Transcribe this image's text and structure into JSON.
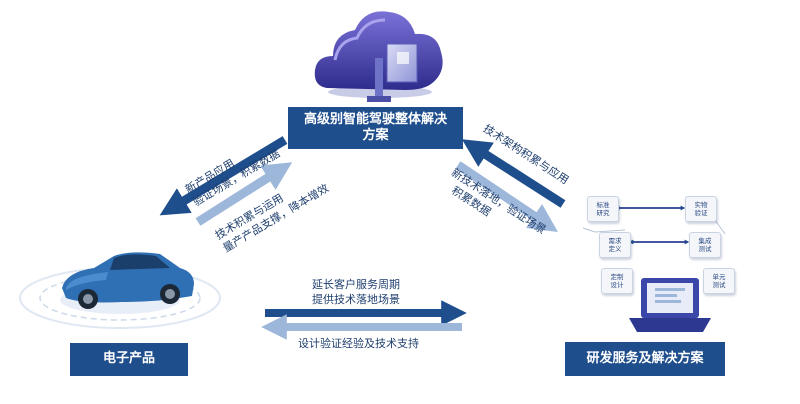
{
  "nodes": {
    "top": "高级别智能驾驶整体解决\n方案",
    "left": "电子产品",
    "right": "研发服务及解决方案"
  },
  "edges": {
    "upper_left_out": [
      "新产品应用",
      "验证场景，积累数据"
    ],
    "upper_left_in": [
      "技术积累与运用",
      "量产产品支撑，降本增效"
    ],
    "upper_right_out": [
      "技术架构积累与应用"
    ],
    "upper_right_in": [
      "新技术落地，验证场景",
      "积累数据"
    ],
    "bottom_top": [
      "延长客户服务周期",
      "提供技术落地场景"
    ],
    "bottom_bottom": [
      "设计验证经验及技术支持"
    ]
  },
  "dev_cycle": {
    "chips": [
      [
        "标准",
        "研究"
      ],
      [
        "实物",
        "验证"
      ],
      [
        "需求",
        "定义"
      ],
      [
        "集成",
        "测试"
      ],
      [
        "定制",
        "设计"
      ],
      [
        "单元",
        "测试"
      ]
    ]
  },
  "colors": {
    "dark_blue": "#1f4e8c",
    "light_blue": "#9db7da",
    "text": "#1f3f6e"
  }
}
